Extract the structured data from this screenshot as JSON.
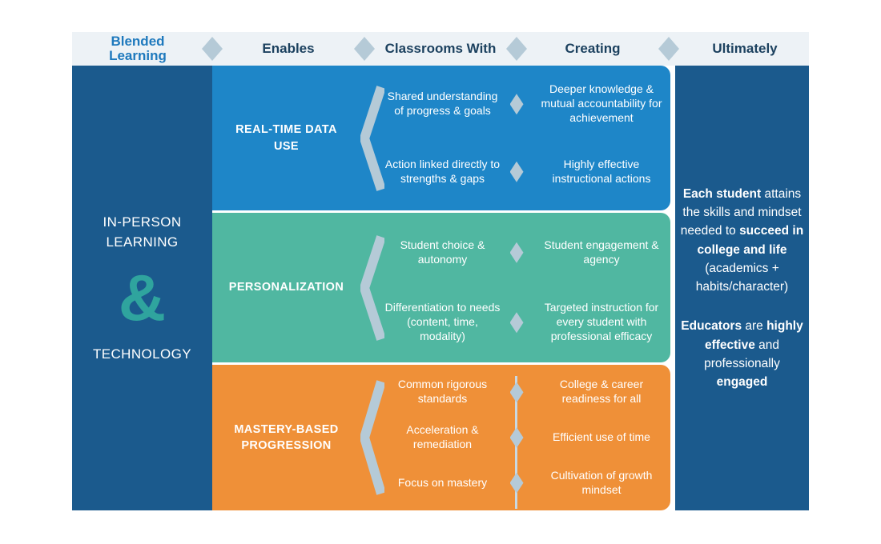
{
  "header": {
    "blended_learning": "Blended Learning",
    "enables": "Enables",
    "classrooms_with": "Classrooms With",
    "creating": "Creating",
    "ultimately": "Ultimately"
  },
  "left_panel": {
    "top": "IN-PERSON LEARNING",
    "ampersand": "&",
    "bottom": "TECHNOLOGY"
  },
  "bands": [
    {
      "label": "REAL-TIME DATA USE",
      "color": "#1e86c8",
      "enables": [
        "Shared understanding of progress & goals",
        "Action linked directly to strengths & gaps"
      ],
      "creating": [
        "Deeper knowledge & mutual accountability for achievement",
        "Highly effective instructional actions"
      ]
    },
    {
      "label": "PERSONALIZATION",
      "color": "#50b7a1",
      "enables": [
        "Student choice & autonomy",
        "Differentiation to needs (content, time, modality)"
      ],
      "creating": [
        "Student engagement & agency",
        "Targeted instruction for every student with professional efficacy"
      ]
    },
    {
      "label": "MASTERY-BASED PROGRESSION",
      "color": "#ef9038",
      "enables": [
        "Common rigorous standards",
        "Acceleration & remediation",
        "Focus on mastery"
      ],
      "creating": [
        "College & career readiness for all",
        "Efficient use of time",
        "Cultivation of growth mindset"
      ]
    }
  ],
  "right_panel": {
    "students": {
      "bold1": "Each student",
      "text1": " attains the skills and mindset needed to ",
      "bold2": "succeed in college and life",
      "text2": " (academics + habits/character)"
    },
    "educators": {
      "bold1": "Educators",
      "text1": " are ",
      "bold2": "highly effective",
      "text2": " and professionally ",
      "bold3": "engaged"
    }
  },
  "colors": {
    "panel_navy": "#1b5a8d",
    "band_blue": "#1e86c8",
    "band_teal": "#50b7a1",
    "band_orange": "#ef9038",
    "accent_gray_blue": "#b5cad7",
    "ampersand_teal": "#2fa49e",
    "header_bg": "#edf2f6",
    "header_text": "#1c415f",
    "header_blended_text": "#1e79bd"
  }
}
